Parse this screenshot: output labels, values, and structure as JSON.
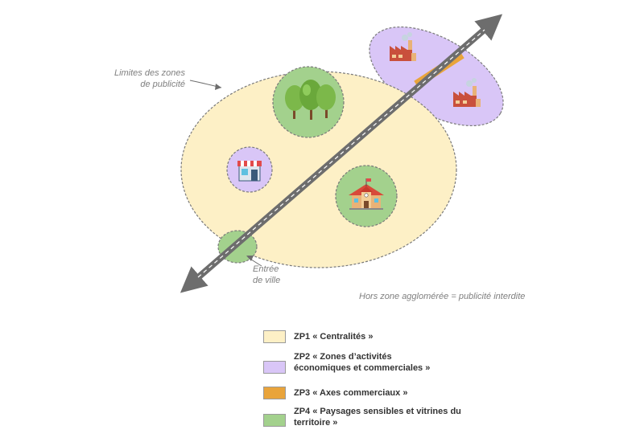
{
  "annotations": {
    "limits_line1": "Limites des zones",
    "limits_line2": "de publicité",
    "entry_line1": "Entrée",
    "entry_line2": "de ville",
    "outside": "Hors zone agglomérée = publicité interdite"
  },
  "legend": [
    {
      "color": "#fdf0c6",
      "line1": "ZP1 « Centralités »",
      "line2": ""
    },
    {
      "color": "#d9c6f7",
      "line1": "ZP2 « Zones d’activités",
      "line2": "économiques et commerciales »"
    },
    {
      "color": "#e9a43b",
      "line1": "ZP3 « Axes commerciaux »",
      "line2": ""
    },
    {
      "color": "#a3d18d",
      "line1": "ZP4 « Paysages sensibles et vitrines du",
      "line2": "territoire »"
    }
  ],
  "colors": {
    "zp1": "#fdf0c6",
    "zp2": "#d9c6f7",
    "zp3": "#e9a43b",
    "zp4": "#a3d18d",
    "road": "#6d6d6d",
    "road_dash": "#ffffff",
    "zone_border": "#7a7a7a"
  },
  "icons": {
    "trees": "trees-icon",
    "shop": "shop-icon",
    "school": "school-icon",
    "factory": "factory-icon"
  }
}
